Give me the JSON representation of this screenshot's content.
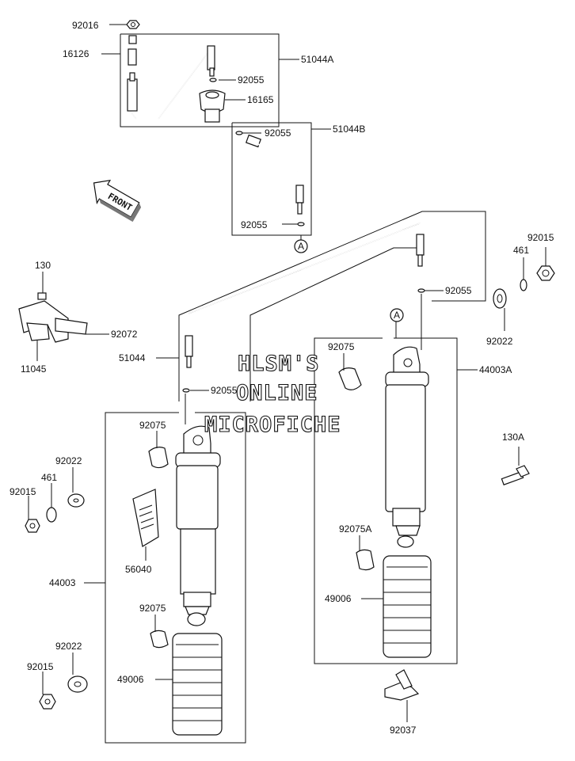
{
  "watermark": {
    "line1": "HLSM'S",
    "line2": "ONLINE",
    "line3": "MICROFICHE"
  },
  "front_arrow": "FRONT",
  "ref_marker": "A",
  "parts": {
    "p92016": "92016",
    "p16126": "16126",
    "p51044A": "51044A",
    "p92055_a": "92055",
    "p16165": "16165",
    "p92055_b": "92055",
    "p51044B": "51044B",
    "p92055_c": "92055",
    "p130": "130",
    "p92072": "92072",
    "p11045": "11045",
    "p51044": "51044",
    "p92055_d": "92055",
    "p92055_e": "92055",
    "p92015_r": "92015",
    "p461_r": "461",
    "p92022_r": "92022",
    "p92075_mid": "92075",
    "p44003A": "44003A",
    "p92075_left": "92075",
    "p130A": "130A",
    "p92022_l": "92022",
    "p461_l": "461",
    "p92015_l": "92015",
    "p56040": "56040",
    "p44003": "44003",
    "p92075A": "92075A",
    "p49006_r": "49006",
    "p92075_low": "92075",
    "p92022_bl": "92022",
    "p92015_bl": "92015",
    "p49006_l": "49006",
    "p92037": "92037"
  }
}
